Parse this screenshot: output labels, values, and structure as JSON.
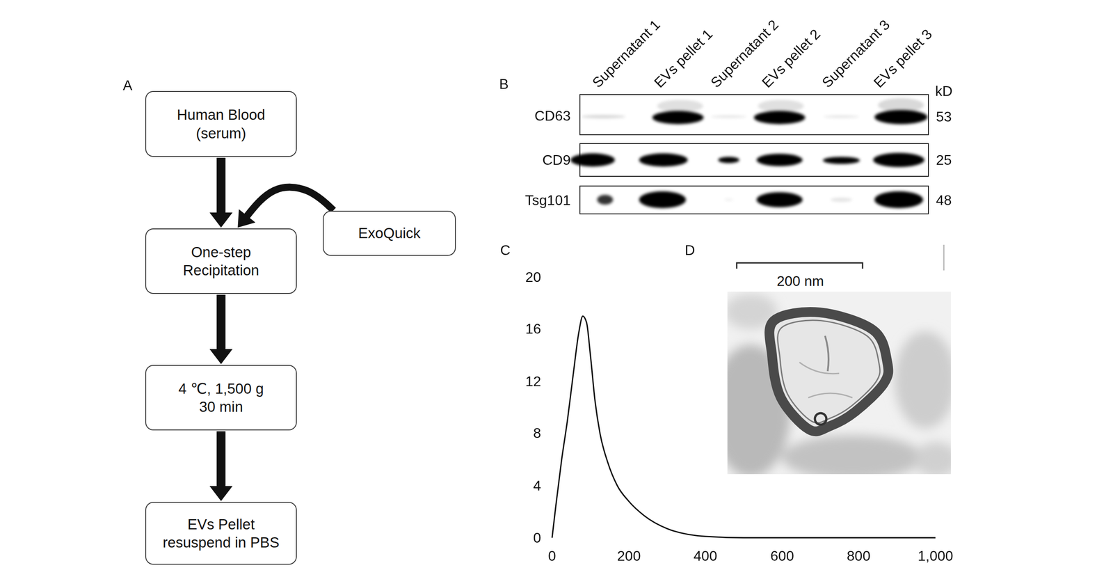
{
  "diagram": {
    "nodes": [
      {
        "text": [
          "Human Blood (serum)"
        ]
      },
      {
        "text": [
          "One-step Recipitation"
        ]
      },
      {
        "text": [
          "ExoQuick"
        ]
      },
      {
        "text": [
          "4 ℃, 1,500 g 30 min"
        ]
      },
      {
        "text": [
          "EVs Pellet resuspend in PBS"
        ]
      }
    ],
    "edges": [
      {
        "from": 0,
        "to": 1,
        "arrow": "to"
      },
      {
        "from": 2,
        "to": 1,
        "arrow": "to"
      },
      {
        "from": 1,
        "to": 3,
        "arrow": "to"
      },
      {
        "from": 3,
        "to": 4,
        "arrow": "to"
      }
    ],
    "labels": [
      "A",
      "B",
      "Supernatant 1",
      "EVs pellet 1",
      "Supernatant 2",
      "EVs pellet 2",
      "Supernatant 3",
      "EVs pellet 3",
      "kD",
      "CD63",
      "53",
      "CD9",
      "25",
      "Tsg101",
      "48",
      "C",
      "20",
      "16",
      "12",
      "8",
      "4",
      "0",
      "0",
      "200",
      "400",
      "600",
      "800",
      "1,000",
      "D",
      "200 nm"
    ]
  }
}
